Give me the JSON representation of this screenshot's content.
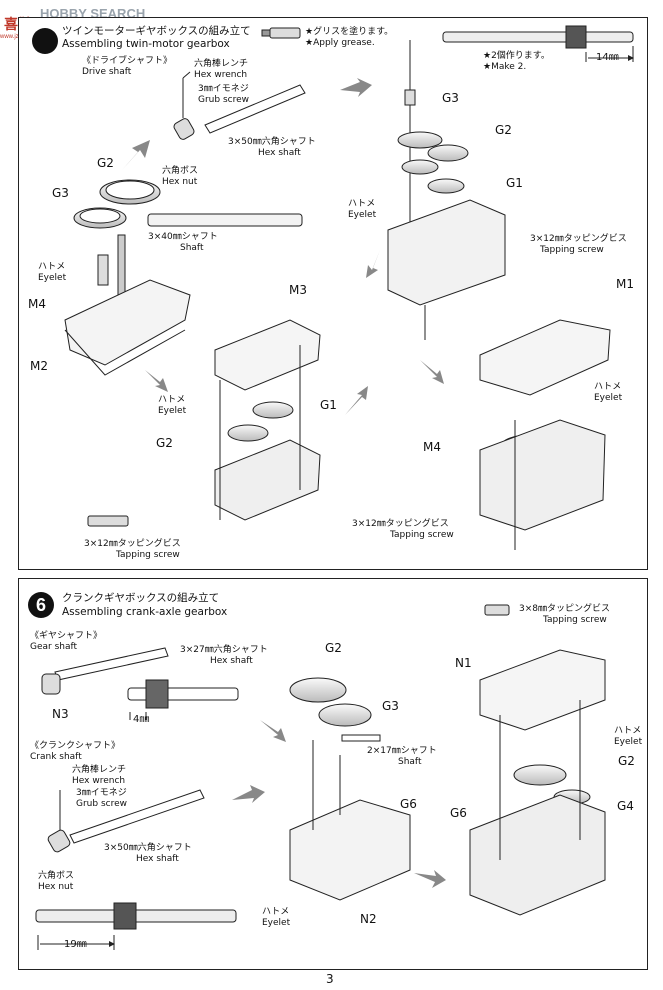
{
  "watermark": {
    "text": "HOBBY SEARCH",
    "badge": "喜鹊",
    "site": "www.jzbank.com"
  },
  "step5": {
    "title_jp": "ツインモーターギヤボックスの組み立て",
    "title_en": "Assembling twin-motor gearbox",
    "grease_jp": "★グリスを塗ります。",
    "grease_en": "★Apply grease.",
    "make2_jp": "★2個作ります。",
    "make2_en": "★Make 2.",
    "dim_14": "14㎜",
    "drive_shaft_jp": "《ドライブシャフト》",
    "drive_shaft_en": "Drive shaft",
    "hex_wrench_jp": "六角棒レンチ",
    "hex_wrench_en": "Hex wrench",
    "grub_screw_jp": "3㎜イモネジ",
    "grub_screw_en": "Grub screw",
    "hex_shaft_jp": "3×50㎜六角シャフト",
    "hex_shaft_en": "Hex shaft",
    "hex_nut_jp": "六角ボス",
    "hex_nut_en": "Hex nut",
    "shaft40_jp": "3×40㎜シャフト",
    "shaft40_en": "Shaft",
    "eyelet_jp": "ハトメ",
    "eyelet_en": "Eyelet",
    "tapping_jp": "3×12㎜タッピングビス",
    "tapping_en": "Tapping screw",
    "labels": {
      "G1": "G1",
      "G2": "G2",
      "G3": "G3",
      "M1": "M1",
      "M2": "M2",
      "M3": "M3",
      "M4": "M4"
    }
  },
  "step6": {
    "number": "6",
    "title_jp": "クランクギヤボックスの組み立て",
    "title_en": "Assembling crank-axle gearbox",
    "gear_shaft_jp": "《ギヤシャフト》",
    "gear_shaft_en": "Gear shaft",
    "hex_shaft27_jp": "3×27㎜六角シャフト",
    "hex_shaft27_en": "Hex shaft",
    "dim_4": "4㎜",
    "crank_shaft_jp": "《クランクシャフト》",
    "crank_shaft_en": "Crank shaft",
    "hex_wrench_jp": "六角棒レンチ",
    "hex_wrench_en": "Hex wrench",
    "grub_screw_jp": "3㎜イモネジ",
    "grub_screw_en": "Grub screw",
    "hex_shaft50_jp": "3×50㎜六角シャフト",
    "hex_shaft50_en": "Hex shaft",
    "hex_nut_jp": "六角ボス",
    "hex_nut_en": "Hex nut",
    "dim_19": "19㎜",
    "shaft17_jp": "2×17㎜シャフト",
    "shaft17_en": "Shaft",
    "tapping8_jp": "3×8㎜タッピングビス",
    "tapping8_en": "Tapping screw",
    "eyelet_jp": "ハトメ",
    "eyelet_en": "Eyelet",
    "labels": {
      "N1": "N1",
      "N2": "N2",
      "N3": "N3",
      "G2": "G2",
      "G3": "G3",
      "G4": "G4",
      "G6": "G6"
    }
  },
  "page_number": "3"
}
